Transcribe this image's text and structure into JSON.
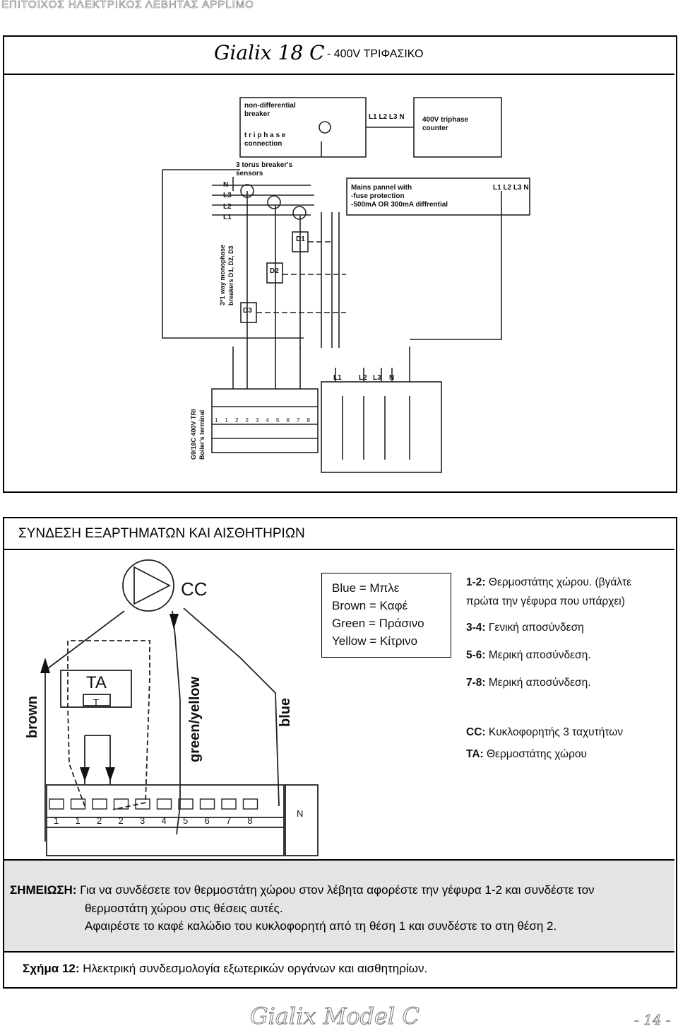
{
  "header": {
    "text": "ΕΠΙΤΟΙΧΟΣ ΗΛΕΚΤΡΙΚΟΣ ΛΕΒΗΤΑΣ APPLIMO"
  },
  "top_panel": {
    "model": "Gialix 18 C",
    "title": "-  400V ΤΡΙΦΑΣΙΚΟ"
  },
  "wiring": {
    "breaker_label": [
      "non-differential",
      "breaker"
    ],
    "triphase_label": [
      "t r i p h a s e",
      "connection"
    ],
    "line_top": "L1 L2 L3 N",
    "counter_label": [
      "400V triphase",
      "counter"
    ],
    "torus_label": [
      "3 torus breaker's",
      "sensors"
    ],
    "bus_labels": [
      "N",
      "L3",
      "L2",
      "L1"
    ],
    "mains_label": [
      "Mains pannel with",
      "-fuse protection",
      "-500mA OR 300mA diffrential"
    ],
    "line_right": "L1 L2 L3 N",
    "monophase_label": [
      "3*1 way monophase",
      "breakers D1, D2, D3"
    ],
    "breakers": [
      "D1",
      "D2",
      "D3"
    ],
    "boiler_label": [
      "G9/18C 400V TRI",
      "Boiler's terminal"
    ],
    "terminal_numbers": [
      "1",
      "1",
      "2",
      "2",
      "3",
      "4",
      "5",
      "6",
      "7",
      "8"
    ],
    "phase_labels": [
      "L1",
      "L2",
      "L3",
      "N"
    ]
  },
  "section": {
    "title": "ΣΥΝΔΕΣΗ ΕΞΑΡΤΗΜΑΤΩΝ ΚΑΙ ΑΙΣΘΗΤΗΡΙΩΝ",
    "cc": "CC",
    "ta": "TA",
    "t": "T",
    "brown": "brown",
    "green_yellow": "green/yellow",
    "blue": "blue",
    "terminal_n": "N",
    "terminals": [
      "1",
      "1",
      "2",
      "2",
      "3",
      "4",
      "5",
      "6",
      "7",
      "8"
    ]
  },
  "legend": [
    "Blue    = Μπλε",
    "Brown = Καφέ",
    "Green = Πράσινο",
    "Yellow = Κίτρινο"
  ],
  "notes": [
    {
      "key": "1-2:",
      "text": " Θερμοστάτης χώρου. (βγάλτε"
    },
    {
      "key": "",
      "text": "πρώτα την γέφυρα που υπάρχει)"
    },
    {
      "key": "3-4:",
      "text": " Γενική αποσύνδεση"
    },
    {
      "key": "5-6:",
      "text": " Μερική αποσύνδεση."
    },
    {
      "key": "7-8:",
      "text": " Μερική αποσύνδεση."
    },
    {
      "key": "CC:",
      "text": " Κυκλοφορητής 3 ταχυτήτων"
    },
    {
      "key": "TA:",
      "text": " Θερμοστάτης χώρου"
    }
  ],
  "note": {
    "label": "ΣΗΜΕΙΩΣΗ:",
    "line1": " Για να συνδέσετε τον θερμοστάτη χώρου στον λέβητα αφορέστε την γέφυρα 1-2 και συνδέστε τον",
    "line2": "θερμοστάτη χώρου στις θέσεις αυτές.",
    "line3": "Αφαιρέστε το καφέ καλώδιο του κυκλοφορητή από τη θέση 1 και συνδέστε το στη θέση 2."
  },
  "caption": {
    "label": "Σχήμα 12:",
    "text": "  Ηλεκτρική συνδεσμολογία εξωτερικών οργάνων και αισθητηρίων."
  },
  "footer": {
    "model": "Gialix  Model C",
    "page": "- 14 -"
  }
}
